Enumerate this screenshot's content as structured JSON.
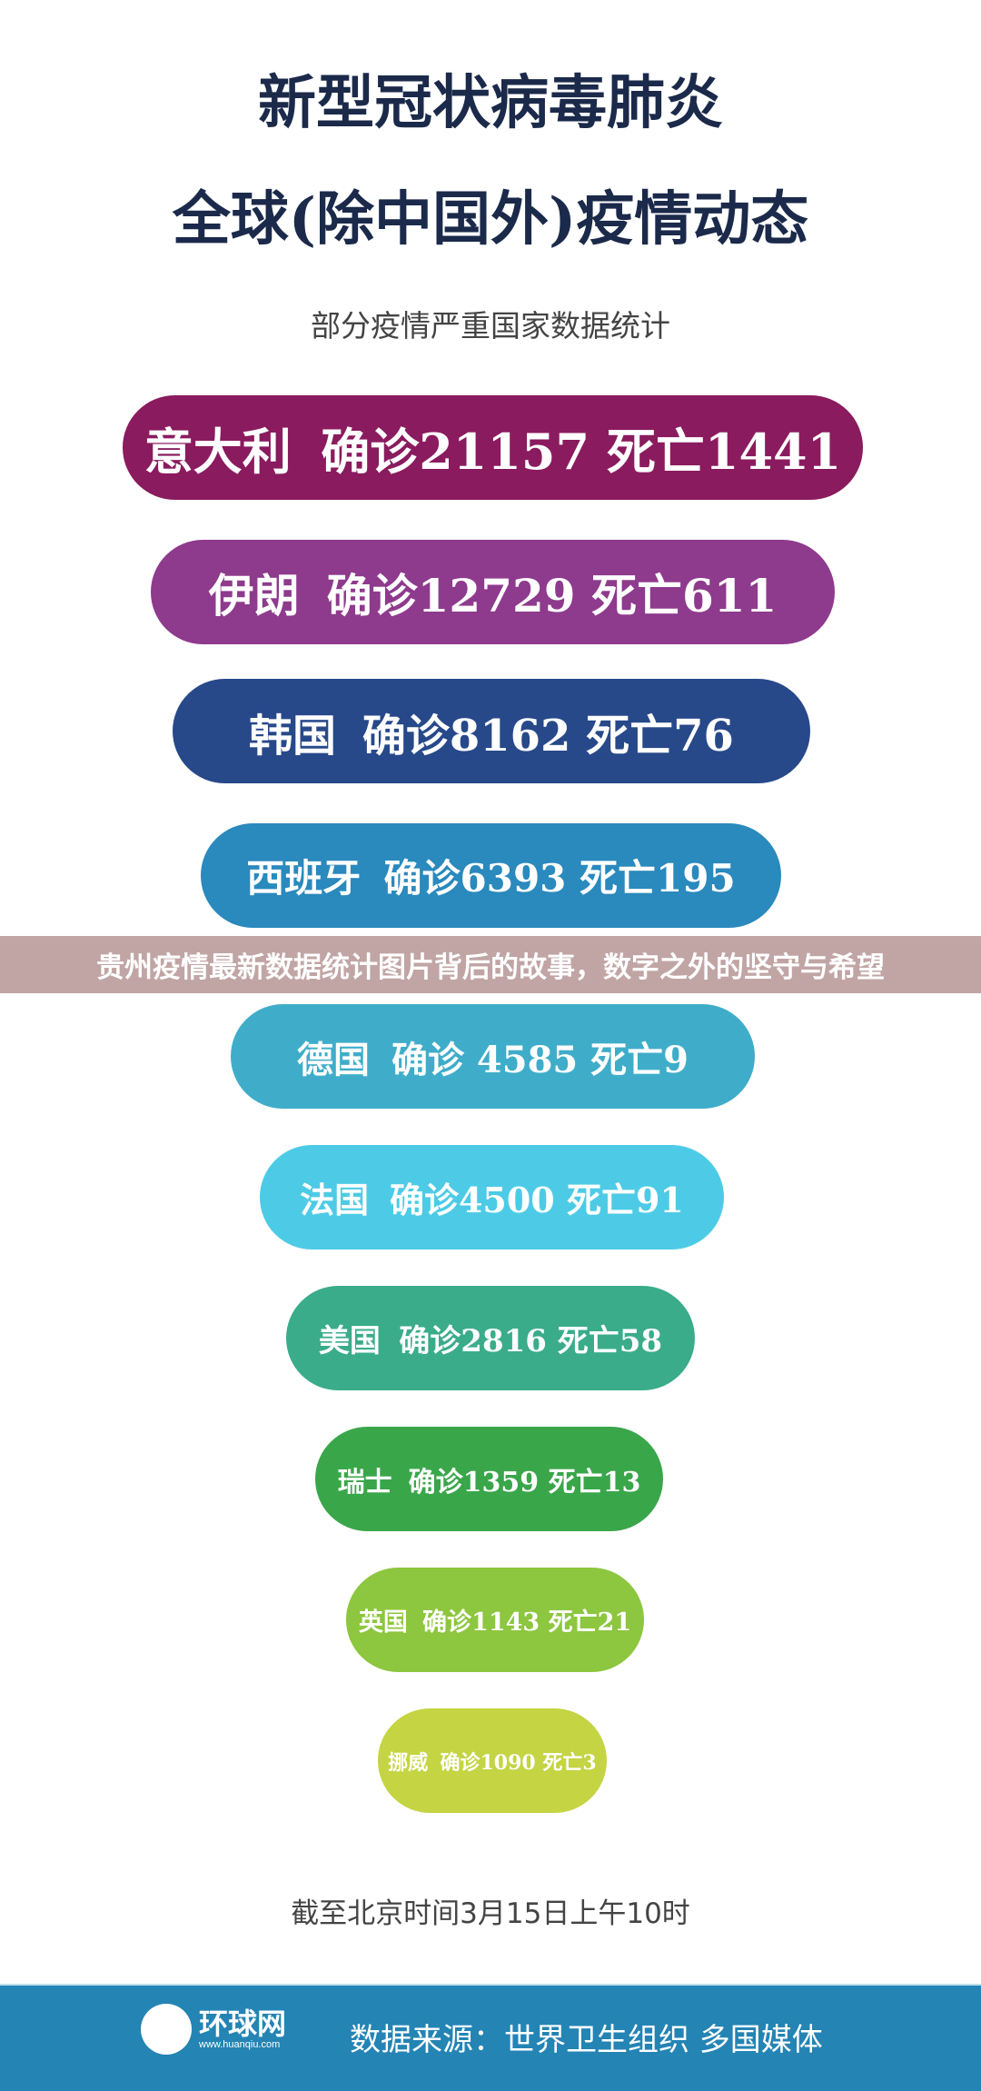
{
  "title": {
    "line1": "新型冠状病毒肺炎",
    "line2": "全球(除中国外)疫情动态"
  },
  "subtitle": "部分疫情严重国家数据统计",
  "countries": [
    {
      "name": "意大利",
      "stats": "确诊21157 死亡1441",
      "color": "#8a1b5e"
    },
    {
      "name": "伊朗",
      "stats": "确诊12729 死亡611",
      "color": "#8e3a8d"
    },
    {
      "name": "韩国",
      "stats": "确诊8162 死亡76",
      "color": "#27498a"
    },
    {
      "name": "西班牙",
      "stats": "确诊6393 死亡195",
      "color": "#2a89bd"
    },
    {
      "name": "德国",
      "stats": "确诊 4585 死亡9",
      "color": "#3fadc9"
    },
    {
      "name": "法国",
      "stats": "确诊4500 死亡91",
      "color": "#4dcbe6"
    },
    {
      "name": "美国",
      "stats": "确诊2816 死亡58",
      "color": "#3aac8a"
    },
    {
      "name": "瑞士",
      "stats": "确诊1359 死亡13",
      "color": "#3aa64a"
    },
    {
      "name": "英国",
      "stats": "确诊1143 死亡21",
      "color": "#8dc63f"
    },
    {
      "name": "挪威",
      "stats": "确诊1090 死亡3",
      "color": "#c4d443"
    }
  ],
  "date_note": "截至北京时间3月15日上午10时",
  "overlay_banner": "贵州疫情最新数据统计图片背后的故事，数字之外的坚守与希望",
  "footer": {
    "logo_name": "环球网",
    "logo_url": "www.huanqiu.com",
    "source": "数据来源：世界卫生组织  多国媒体"
  }
}
